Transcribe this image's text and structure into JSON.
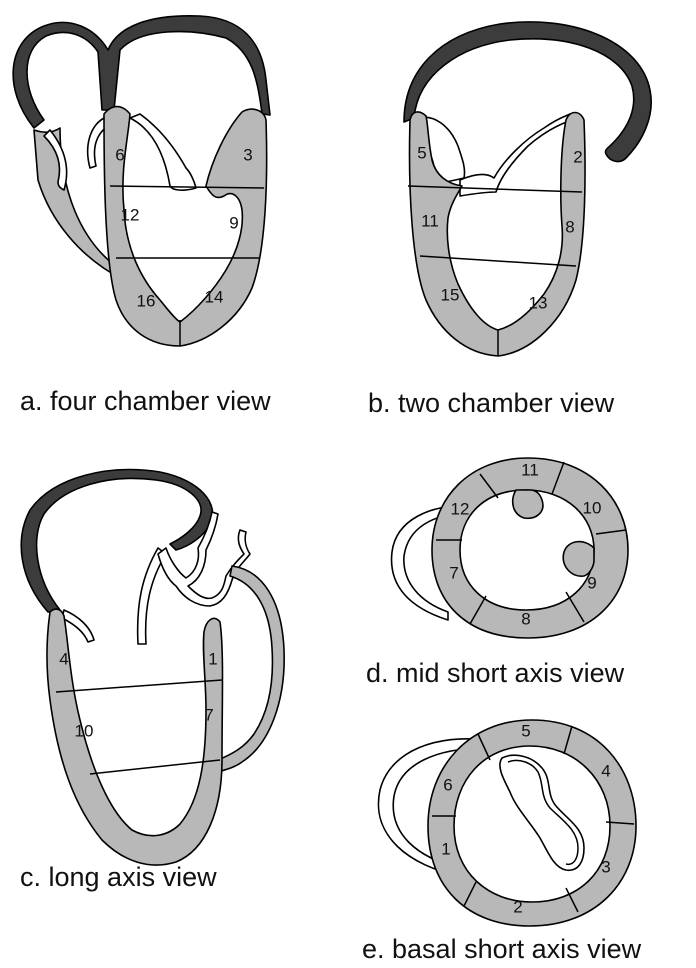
{
  "captions": {
    "a": "a. four chamber view",
    "b": "b. two chamber view",
    "c": "c. long axis view",
    "d": "d. mid short axis view",
    "e": "e. basal short axis view"
  },
  "segments": {
    "four_chamber": [
      "6",
      "3",
      "12",
      "9",
      "16",
      "14"
    ],
    "two_chamber": [
      "5",
      "2",
      "11",
      "8",
      "15",
      "13"
    ],
    "long_axis": [
      "1",
      "4",
      "7",
      "10"
    ],
    "mid_short_axis": [
      "11",
      "10",
      "12",
      "7",
      "9",
      "8"
    ],
    "basal_short_axis": [
      "5",
      "4",
      "6",
      "1",
      "3",
      "2"
    ]
  },
  "colors": {
    "myocardium": "#b8b8b8",
    "atrium_wall": "#3c3c3c",
    "outline": "#000000",
    "background": "#ffffff"
  }
}
